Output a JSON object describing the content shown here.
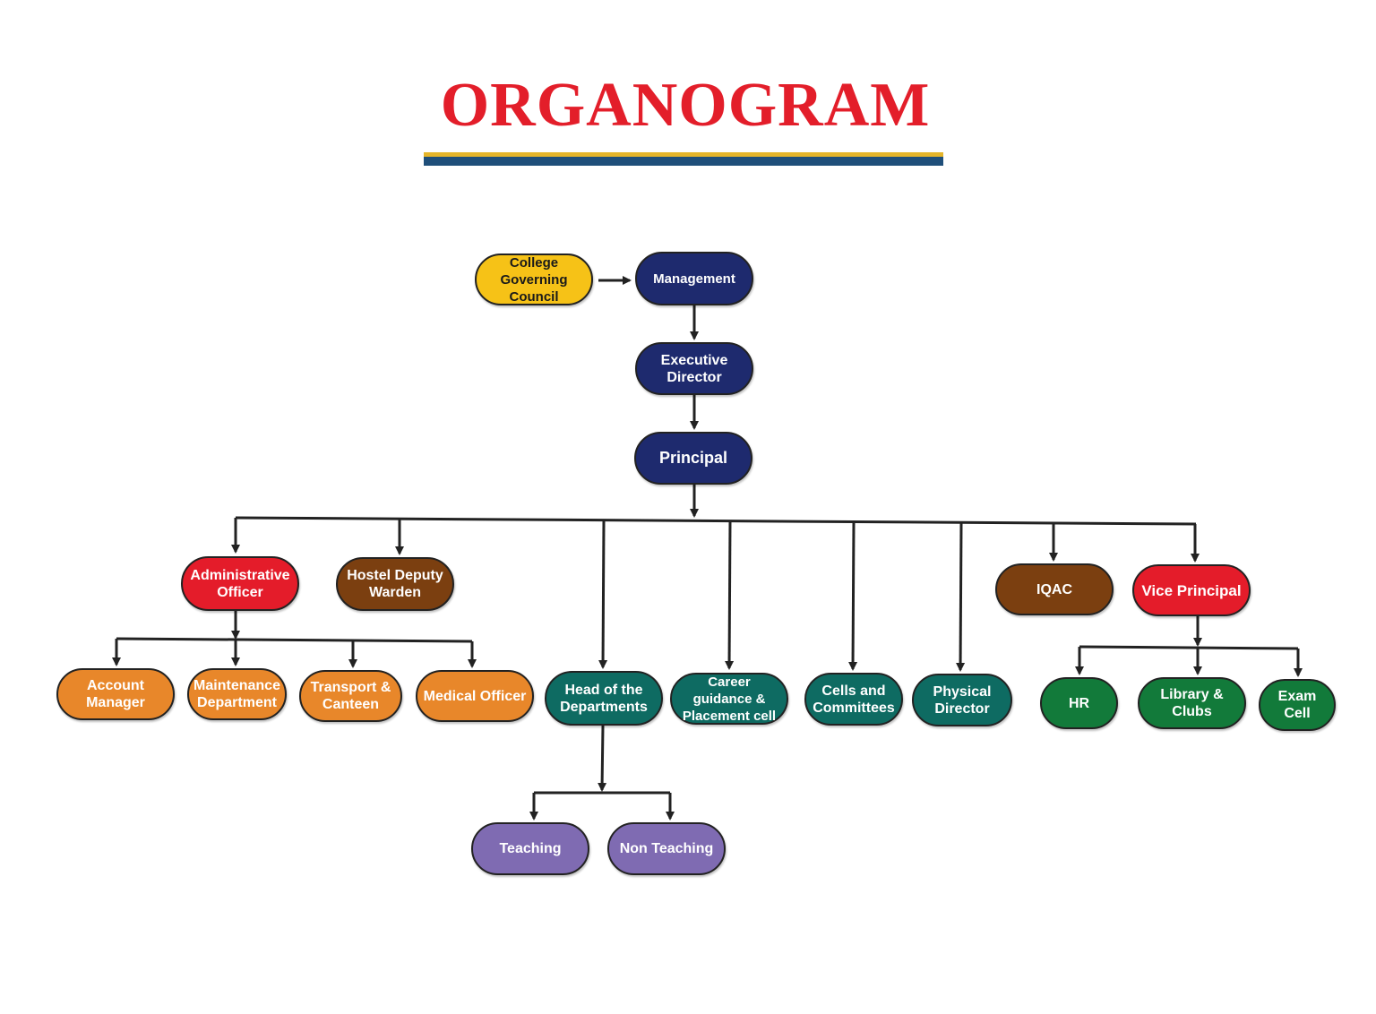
{
  "title": "ORGANOGRAM",
  "colors": {
    "title": "#e31e2a",
    "navy": "#1e2a6e",
    "gold": "#f6c217",
    "red": "#e41c2a",
    "brown": "#7b3f10",
    "orange": "#e8872a",
    "teal": "#0e6b62",
    "green": "#127a3a",
    "purple": "#7f6bb2",
    "connector": "#222222"
  },
  "nodes": {
    "governing_council": "College Governing\nCouncil",
    "management": "Management",
    "executive_director": "Executive Director",
    "principal": "Principal",
    "administrative_officer": "Administrative\nOfficer",
    "hostel_deputy_warden": "Hostel Deputy\nWarden",
    "iqac": "IQAC",
    "vice_principal": "Vice Principal",
    "account_manager": "Account Manager",
    "maintenance_department": "Maintenance\nDepartment",
    "transport_canteen": "Transport &\nCanteen",
    "medical_officer": "Medical Officer",
    "head_of_departments": "Head of the\nDepartments",
    "career_guidance": "Career guidance &\nPlacement cell",
    "cells_committees": "Cells and\nCommittees",
    "physical_director": "Physical\nDirector",
    "hr": "HR",
    "library_clubs": "Library & Clubs",
    "exam_cell": "Exam Cell",
    "teaching": "Teaching",
    "non_teaching": "Non Teaching"
  }
}
